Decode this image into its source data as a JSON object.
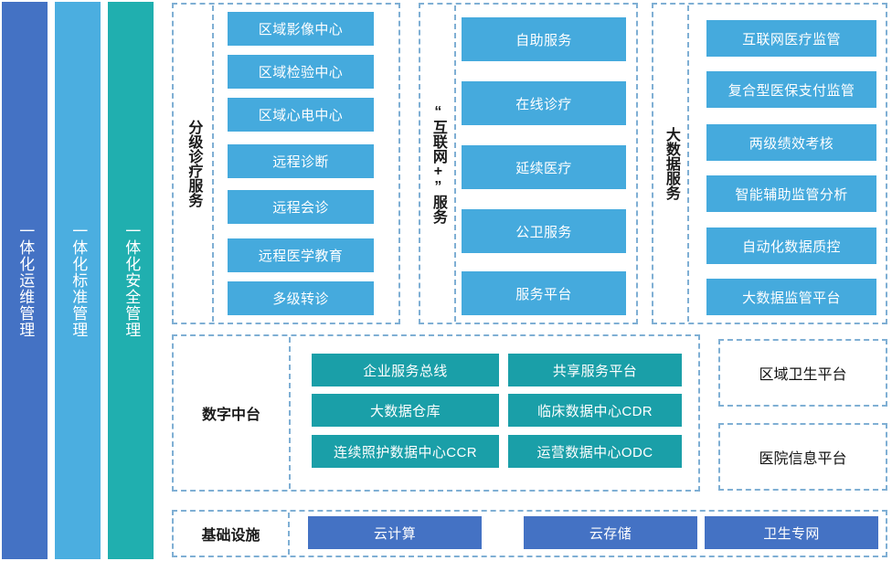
{
  "sidebars": [
    {
      "label": "一体化运维管理",
      "color": "#4472C4"
    },
    {
      "label": "一体化标准管理",
      "color": "#4BAEE0"
    },
    {
      "label": "一体化安全管理",
      "color": "#20AFAF"
    }
  ],
  "top_sections": [
    {
      "title": "分级诊疗服务",
      "items": [
        "区域影像中心",
        "区域检验中心",
        "区域心电中心",
        "远程诊断",
        "远程会诊",
        "远程医学教育",
        "多级转诊"
      ]
    },
    {
      "title": "“互联网+”服务",
      "title_lines": [
        "“",
        "互",
        "联",
        "网",
        "+",
        "”",
        "",
        "服",
        "务"
      ],
      "items": [
        "自助服务",
        "在线诊疗",
        "延续医疗",
        "公卫服务",
        "服务平台"
      ]
    },
    {
      "title": "大数据服务",
      "items": [
        "互联网医疗监管",
        "复合型医保支付监管",
        "两级绩效考核",
        "智能辅助监管分析",
        "自动化数据质控",
        "大数据监管平台"
      ]
    }
  ],
  "middle_section": {
    "title": "数字中台",
    "columns": [
      [
        "企业服务总线",
        "大数据仓库",
        "连续照护数据中心CCR"
      ],
      [
        "共享服务平台",
        "临床数据中心CDR",
        "运营数据中心ODC"
      ]
    ]
  },
  "platforms": [
    "区域卫生平台",
    "医院信息平台"
  ],
  "bottom_section": {
    "title": "基础设施",
    "items": [
      "云计算",
      "云存储",
      "卫生专网"
    ]
  },
  "colors": {
    "royal_blue": "#4472C4",
    "light_blue": "#45AADD",
    "teal": "#1A9FA8",
    "sidebar_teal": "#20AFAF",
    "dash_border": "#7FAFD4"
  }
}
